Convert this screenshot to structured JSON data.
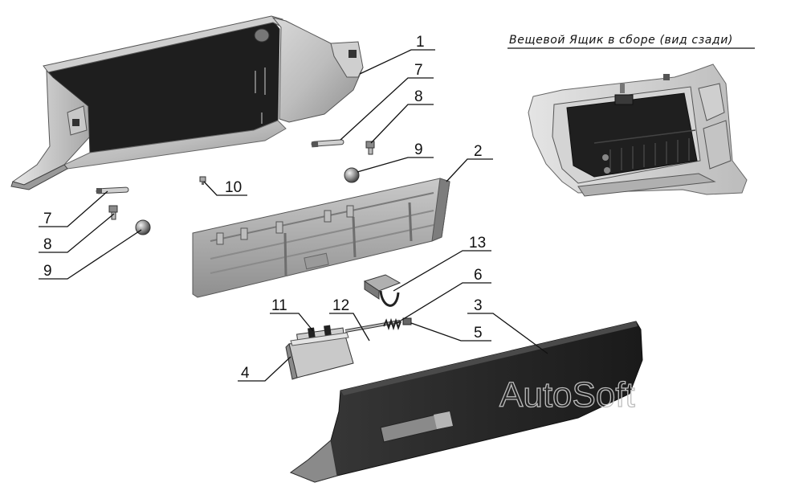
{
  "inset": {
    "title": "Вещевой Ящик в сборе (вид сзади)"
  },
  "watermark": "AutoSoft",
  "callouts": [
    {
      "id": "c1",
      "label": "1"
    },
    {
      "id": "c2",
      "label": "2"
    },
    {
      "id": "c3",
      "label": "3"
    },
    {
      "id": "c4",
      "label": "4"
    },
    {
      "id": "c5",
      "label": "5"
    },
    {
      "id": "c6",
      "label": "6"
    },
    {
      "id": "c7a",
      "label": "7"
    },
    {
      "id": "c7b",
      "label": "7"
    },
    {
      "id": "c8a",
      "label": "8"
    },
    {
      "id": "c8b",
      "label": "8"
    },
    {
      "id": "c9a",
      "label": "9"
    },
    {
      "id": "c9b",
      "label": "9"
    },
    {
      "id": "c10",
      "label": "10"
    },
    {
      "id": "c11",
      "label": "11"
    },
    {
      "id": "c12",
      "label": "12"
    },
    {
      "id": "c13",
      "label": "13"
    }
  ],
  "colors": {
    "part_dark": "#2b2b2b",
    "part_grey": "#9c9c9c",
    "part_light": "#d8d8d8",
    "line": "#111111"
  }
}
